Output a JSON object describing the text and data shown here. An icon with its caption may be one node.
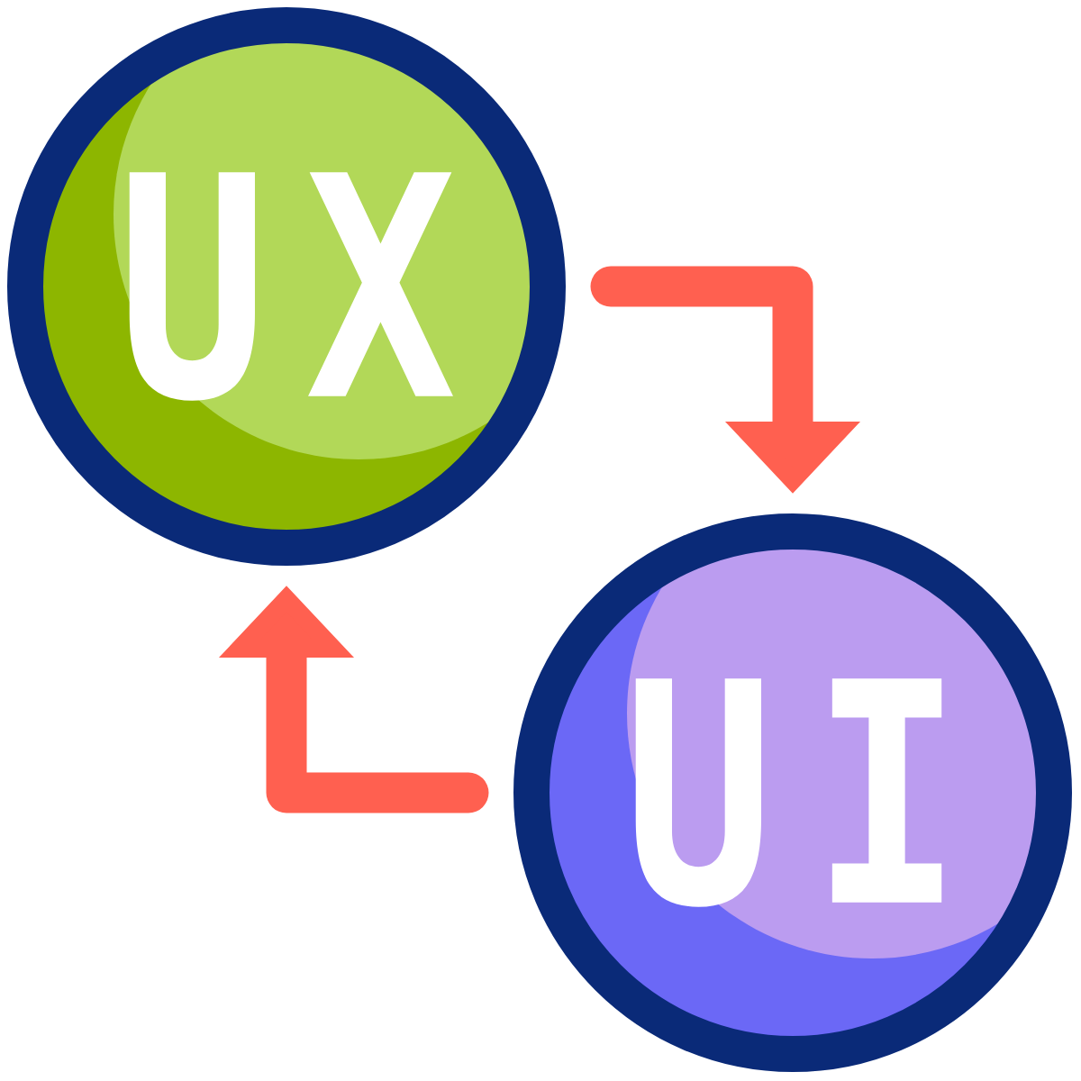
{
  "diagram": {
    "nodes": [
      {
        "text": [
          "UX"
        ]
      },
      {
        "text": [
          "UI"
        ]
      }
    ],
    "edges": [
      {
        "from": 0,
        "to": 1,
        "arrow": "to"
      },
      {
        "from": 1,
        "to": 0,
        "arrow": "to"
      }
    ]
  }
}
